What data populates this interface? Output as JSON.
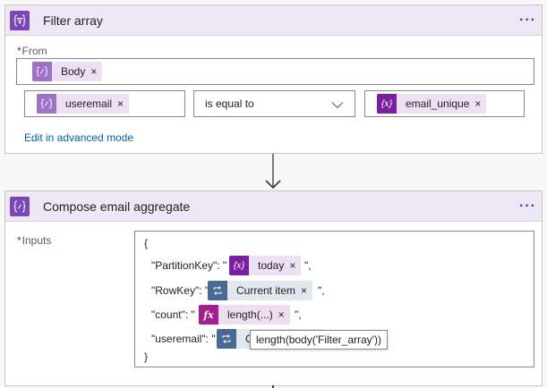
{
  "filter_card": {
    "title": "Filter array",
    "more_label": "···",
    "from_label": "From",
    "required_mark": "*",
    "from_token": {
      "label": "Body",
      "remove": "×",
      "icon": "code-braces-icon"
    },
    "left_token": {
      "label": "useremail",
      "remove": "×",
      "icon": "code-braces-icon"
    },
    "operator": "is equal to",
    "right_token": {
      "label": "email_unique",
      "remove": "×",
      "icon": "variable-icon"
    },
    "advanced_link": "Edit in advanced mode"
  },
  "compose_card": {
    "title": "Compose email aggregate",
    "more_label": "···",
    "inputs_label": "Inputs",
    "required_mark": "*",
    "lines": {
      "open": "{",
      "pk_key": "\"PartitionKey\": \"",
      "pk_token": {
        "label": "today",
        "remove": "×",
        "icon": "variable-icon"
      },
      "pk_end": "\",",
      "rk_key": "\"RowKey\": \"",
      "rk_token": {
        "label": "Current item",
        "remove": "×",
        "icon": "loop-icon"
      },
      "rk_end": "\",",
      "count_key": "\"count\": \"",
      "count_token": {
        "label": "length(...)",
        "remove": "×",
        "icon": "function-icon",
        "glyph": "fx"
      },
      "count_end": "\",",
      "ue_key": "\"useremail\": \"",
      "ue_token": {
        "label": "C",
        "icon": "loop-icon"
      },
      "close": "}"
    },
    "tooltip": "length(body('Filter_array'))"
  },
  "colors": {
    "header_bg": "#ede7f6",
    "accent": "#7a48b5",
    "variable": "#7b1fa2",
    "loop": "#486991",
    "function": "#a51d8f",
    "link": "#0062ad"
  }
}
